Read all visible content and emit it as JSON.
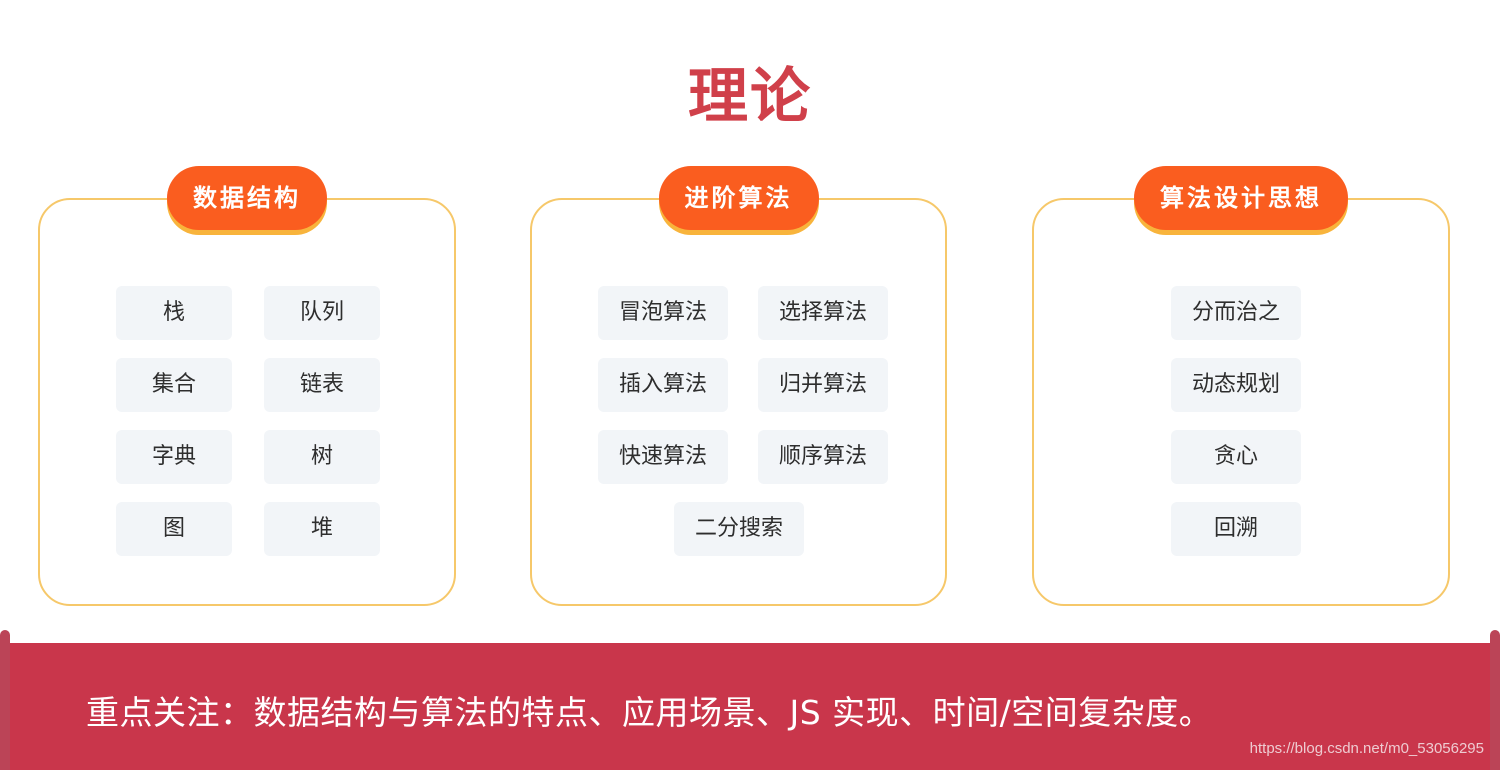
{
  "title": "理论",
  "panels": [
    {
      "header": "数据结构",
      "items": [
        "栈",
        "队列",
        "集合",
        "链表",
        "字典",
        "树",
        "图",
        "堆"
      ]
    },
    {
      "header": "进阶算法",
      "items": [
        "冒泡算法",
        "选择算法",
        "插入算法",
        "归并算法",
        "快速算法",
        "顺序算法",
        "二分搜索"
      ]
    },
    {
      "header": "算法设计思想",
      "items": [
        "分而治之",
        "动态规划",
        "贪心",
        "回溯"
      ]
    }
  ],
  "footer": {
    "text": "重点关注：数据结构与算法的特点、应用场景、JS 实现、时间/空间复杂度。",
    "watermark": "https://blog.csdn.net/m0_53056295"
  },
  "colors": {
    "title": "#d0404a",
    "header_bg": "#fa5d1f",
    "header_shadow": "#f8b43c",
    "panel_border": "#f6c86a",
    "chip_bg": "#f2f5f8",
    "band_bg": "#c9364b"
  }
}
